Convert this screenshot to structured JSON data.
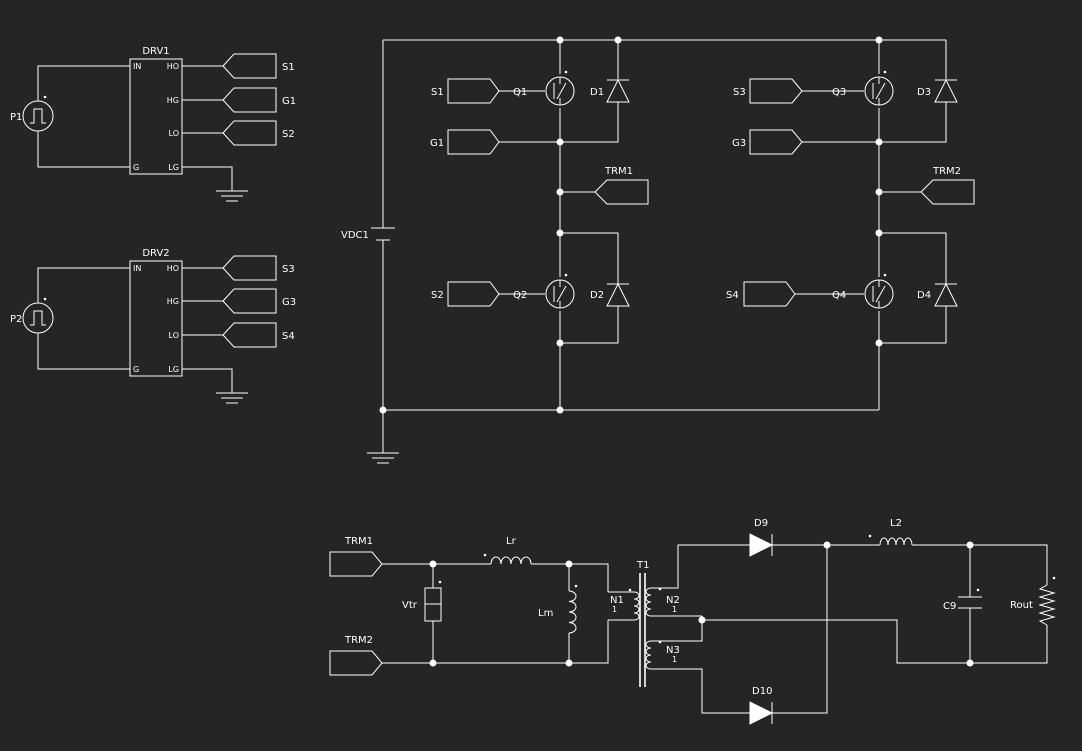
{
  "colors": {
    "background": "#252526",
    "wire": "#ffffff",
    "text": "#ffffff"
  },
  "drivers": [
    {
      "name": "DRV1",
      "pins": {
        "in": "IN",
        "g": "G",
        "ho": "HO",
        "hg": "HG",
        "lo": "LO",
        "lg": "LG"
      },
      "source": "P1",
      "out_ho": "S1",
      "out_hg": "G1",
      "out_lo": "S2"
    },
    {
      "name": "DRV2",
      "pins": {
        "in": "IN",
        "g": "G",
        "ho": "HO",
        "hg": "HG",
        "lo": "LO",
        "lg": "LG"
      },
      "source": "P2",
      "out_ho": "S3",
      "out_hg": "G3",
      "out_lo": "S4"
    }
  ],
  "bridge": {
    "supply": "VDC1",
    "ports": {
      "s1": "S1",
      "g1": "G1",
      "s2": "S2",
      "s3": "S3",
      "g3": "G3",
      "s4": "S4",
      "trm1": "TRM1",
      "trm2": "TRM2"
    },
    "switches": {
      "q1": "Q1",
      "q2": "Q2",
      "q3": "Q3",
      "q4": "Q4"
    },
    "diodes": {
      "d1": "D1",
      "d2": "D2",
      "d3": "D3",
      "d4": "D4"
    }
  },
  "output_stage": {
    "ports": {
      "trm1": "TRM1",
      "trm2": "TRM2"
    },
    "components": {
      "vtr": "Vtr",
      "lr": "Lr",
      "lm": "Lm",
      "t1": "T1",
      "n1": "N1",
      "n2": "N2",
      "n3": "N3",
      "d9": "D9",
      "d10": "D10",
      "l2": "L2",
      "c9": "C9",
      "rout": "Rout"
    },
    "turns": {
      "n1": "1",
      "n2": "1",
      "n3": "1"
    }
  }
}
